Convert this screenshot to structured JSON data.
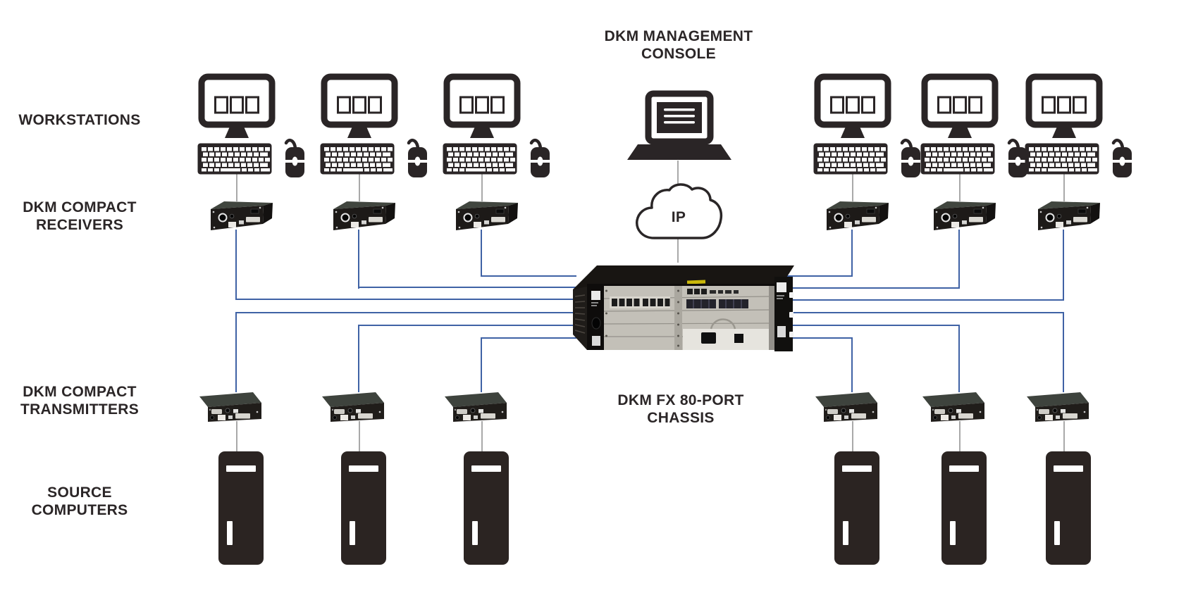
{
  "page": {
    "title": "DKM MANAGEMENT CONSOLE"
  },
  "row_labels": {
    "workstations": "WORKSTATIONS",
    "receivers": "DKM COMPACT RECEIVERS",
    "transmitters": "DKM COMPACT TRANSMITTERS",
    "source_computers": "SOURCE COMPUTERS"
  },
  "chassis": {
    "label": "DKM FX 80-PORT CHASSIS"
  },
  "cloud": {
    "label": "IP"
  },
  "devices": {
    "workstations": 6,
    "receivers": 6,
    "transmitters": 6,
    "source_computers": 6,
    "chassis": 1,
    "management_console": 1
  },
  "colors": {
    "connection_blue": "#3f62a5",
    "connection_gray": "#a9a9a9",
    "icon_ink": "#2a2526",
    "label_ink": "#2b2627"
  }
}
